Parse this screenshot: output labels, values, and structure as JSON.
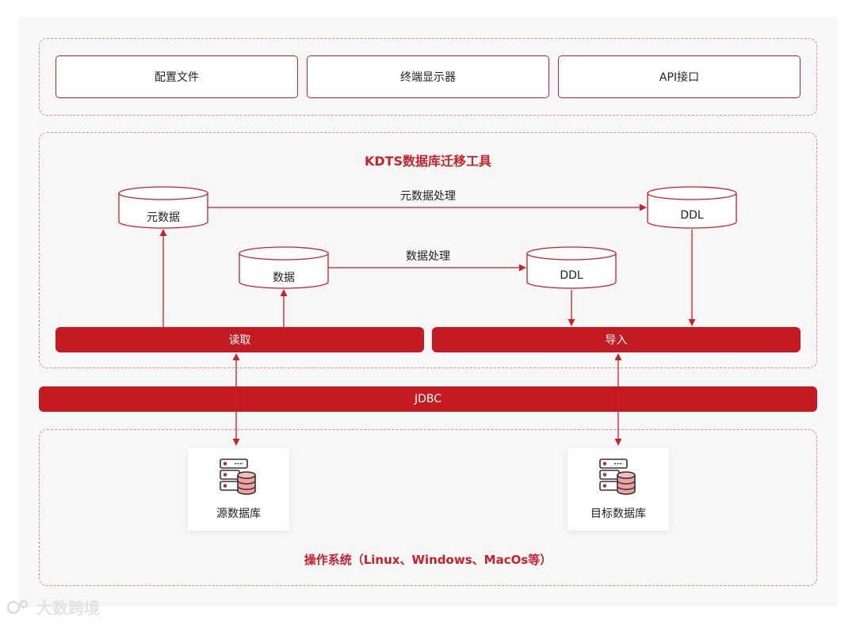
{
  "top_boxes": [
    "配置文件",
    "终端显示器",
    "API接口"
  ],
  "tool_title": "KDTS数据库迁移工具",
  "nodes": {
    "metadata": "元数据",
    "data": "数据",
    "ddl_right": "DDL",
    "ddl_mid": "DDL"
  },
  "flows": {
    "metadata_processing": "元数据处理",
    "data_processing": "数据处理"
  },
  "bars": {
    "read": "读取",
    "import": "导入",
    "jdbc": "JDBC"
  },
  "databases": {
    "source": "源数据库",
    "target": "目标数据库"
  },
  "os_label": "操作系统（Linux、Windows、MacOs等）",
  "watermark": "大数跨境",
  "colors": {
    "accent": "#c41a22",
    "dash": "#e48a8a"
  }
}
